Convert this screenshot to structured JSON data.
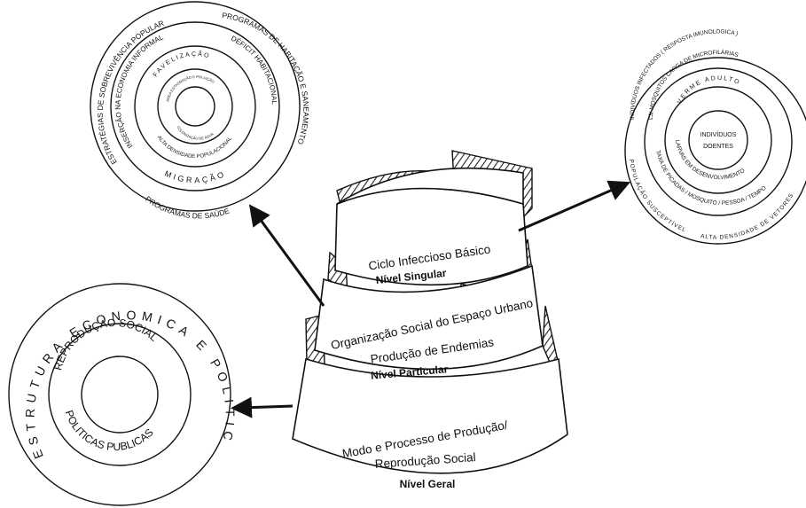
{
  "left_circle": {
    "outer_ring": "ESTRUTURA ECONOMICA E POLITICA",
    "middle_top": "REPRODUÇAO SOCIAL",
    "middle_bottom": "POLITICAS PUBLICAS"
  },
  "top_left_circle": {
    "ring1": "ESTRATÉGIAS DE SOBREVIVÊNCIA POPULAR",
    "ring1_right": "PROGRAMAS DE HABITAÇÃO E SANEAMENTO",
    "ring1_bottom": "PROGRAMAS DE SAÚDE",
    "ring2": "INSERÇÃO NA ECONOMIA INFORMAL",
    "ring2_right": "DÉFICIT HABITACIONAL",
    "ring2_bottom": "MIGRAÇÃO",
    "ring3": "FAVELIZAÇÃO",
    "ring3_bottom": "ALTA DENSIDADE POPULACIONAL",
    "ring4": "ÁREA ESTAGNAÇÃO E POLUIÇÃO",
    "ring4_bottom": "COLONIZAÇÃO DE ÁGUA"
  },
  "top_right_circle": {
    "ring1": "INDIVÍDUOS INFECTADOS ( RESPOSTA IMUNOLÓGICA )",
    "ring1_bottom": "POPULAÇÃO SUSCEPTÍVEL",
    "ring1_bottom_right": "ALTA DENSIDADE DE VETORES",
    "ring2": "L3/ MOSQUITOS CARGA DE MICROFILÁRIAS",
    "ring2_bottom": "TAXA DE PICADAS / MOSQUITO / PESSOA / TEMPO",
    "ring3": "VERME ADULTO",
    "ring3_bottom": "LARVAS EM DESENVOLVIMENTO",
    "center_line1": "INDIVÍDUOS",
    "center_line2": "DOENTES"
  },
  "spiral": {
    "level1_title": "Ciclo Infeccioso Básico",
    "level1_level": "Nível Singular",
    "level2_title": "Organização Social do Espaço Urbano",
    "level2_subtitle": "Produção de Endemias",
    "level2_level": "Nível Particular",
    "level3_line1": "Modo e Processo de Produção/",
    "level3_line2": "Reprodução Social",
    "level3_level": "Nível Geral"
  }
}
